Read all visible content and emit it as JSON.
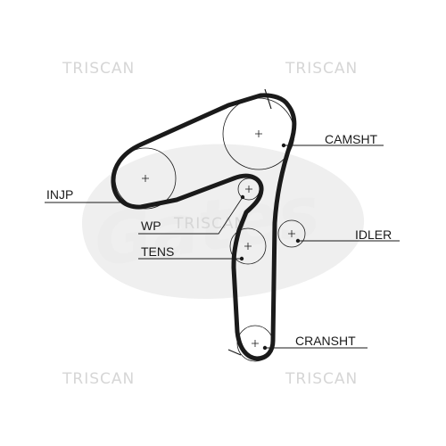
{
  "watermarks": {
    "top_left": "TRISCAN",
    "top_right": "TRISCAN",
    "center": "TRISCAN",
    "bottom_left": "TRISCAN",
    "bottom_right": "TRISCAN"
  },
  "logo": {
    "text": "Gates",
    "color": "#ececec"
  },
  "labels": {
    "camshaft": "CAMSHT",
    "injection_pump": "INJP",
    "water_pump": "WP",
    "idler": "IDLER",
    "tensioner": "TENS",
    "crankshaft": "CRANSHT"
  },
  "colors": {
    "belt": "#1a1a1a",
    "pulley": "#1a1a1a",
    "watermark": "#d6d6d6"
  }
}
